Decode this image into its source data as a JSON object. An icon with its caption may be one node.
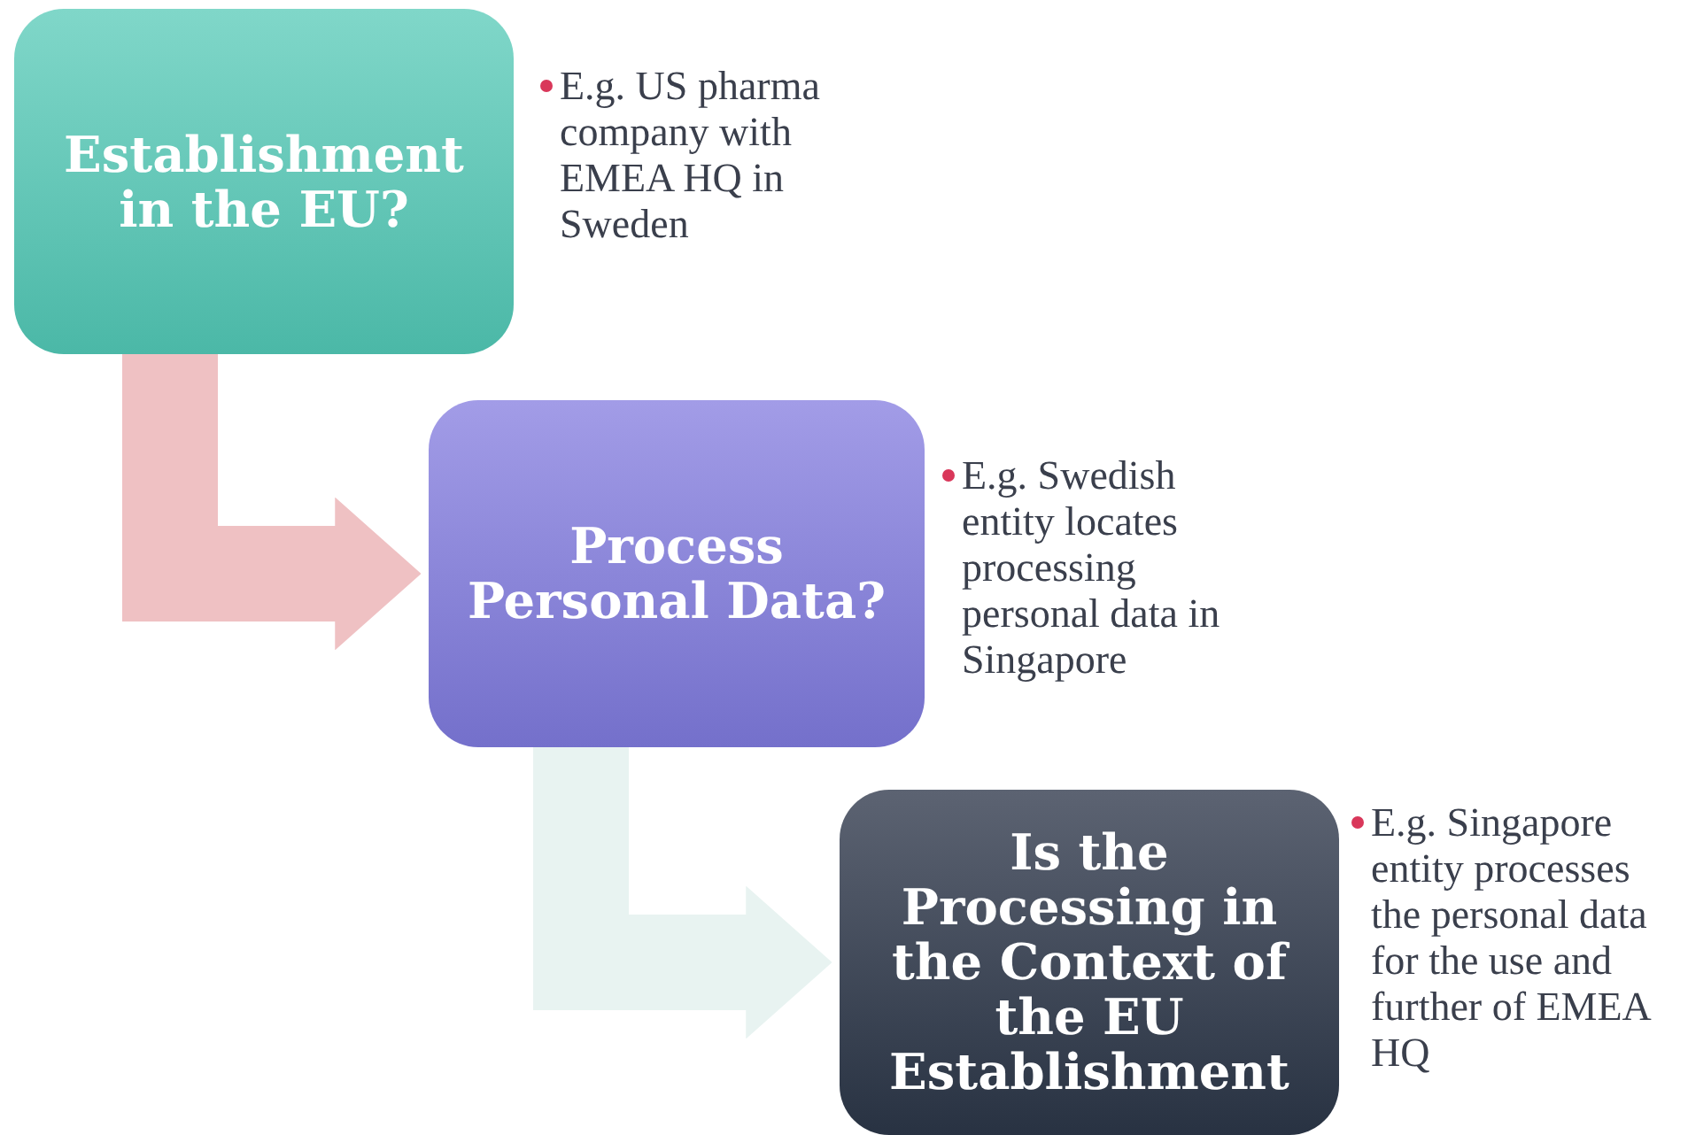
{
  "diagram": {
    "nodes": [
      {
        "text": [
          "Establishment in the EU?"
        ],
        "beside": [
          "E.g. US pharma company with EMEA HQ in Sweden"
        ]
      },
      {
        "text": [
          "Process Personal Data?"
        ],
        "beside": [
          "E.g. Swedish entity locates processing personal data in Singapore"
        ]
      },
      {
        "text": [
          "Is the Processing in the Context of the EU Establishment"
        ],
        "beside": [
          "E.g. Singapore entity processes the personal data for the use and further of EMEA HQ"
        ]
      }
    ],
    "edges": [
      {
        "from": 0,
        "to": 1,
        "arrow": "to",
        "color": "#efc1c3"
      },
      {
        "from": 1,
        "to": 2,
        "arrow": "to",
        "color": "#e8f3f1"
      }
    ]
  }
}
